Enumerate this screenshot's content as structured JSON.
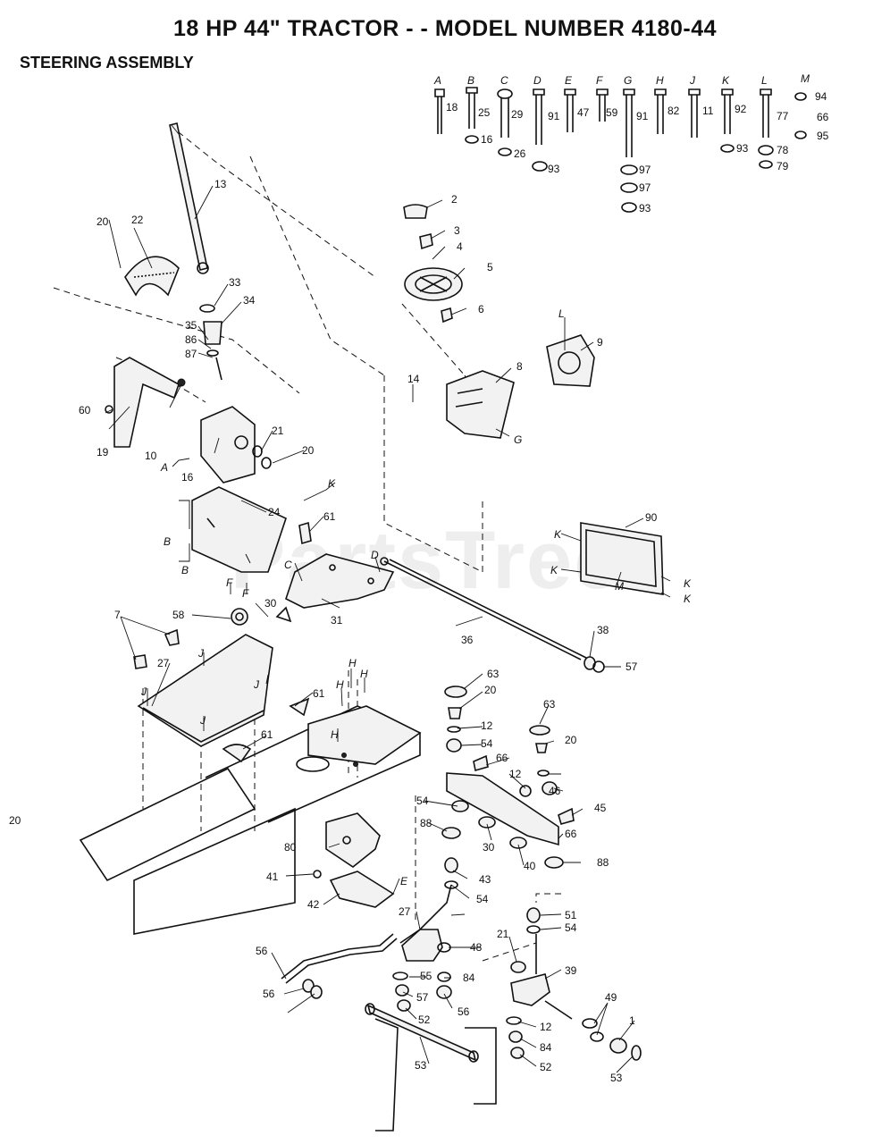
{
  "header": {
    "title": "18 HP 44\" TRACTOR - - MODEL NUMBER 4180-44",
    "subtitle": "STEERING ASSEMBLY"
  },
  "watermark": "PartsTree",
  "hardware_legend": [
    {
      "letter": "A",
      "parts": [
        "18"
      ]
    },
    {
      "letter": "B",
      "parts": [
        "25",
        "16"
      ]
    },
    {
      "letter": "C",
      "parts": [
        "29",
        "26"
      ]
    },
    {
      "letter": "D",
      "parts": [
        "91",
        "93"
      ]
    },
    {
      "letter": "E",
      "parts": [
        "47"
      ]
    },
    {
      "letter": "F",
      "parts": [
        "59"
      ]
    },
    {
      "letter": "G",
      "parts": [
        "91",
        "97",
        "97",
        "93"
      ]
    },
    {
      "letter": "H",
      "parts": [
        "82"
      ]
    },
    {
      "letter": "J",
      "parts": [
        "11"
      ]
    },
    {
      "letter": "K",
      "parts": [
        "92",
        "93"
      ]
    },
    {
      "letter": "L",
      "parts": [
        "77",
        "78",
        "79"
      ]
    },
    {
      "letter": "M",
      "parts": [
        "94",
        "66",
        "95"
      ]
    }
  ],
  "callouts": [
    "13",
    "20",
    "22",
    "33",
    "34",
    "35",
    "86",
    "87",
    "60",
    "19",
    "10",
    "16",
    "21",
    "20",
    "24",
    "61",
    "58",
    "30",
    "31",
    "7",
    "27",
    "61",
    "61",
    "2",
    "3",
    "4",
    "5",
    "6",
    "14",
    "8",
    "9",
    "90",
    "36",
    "38",
    "57",
    "63",
    "20",
    "12",
    "54",
    "66",
    "63",
    "20",
    "12",
    "46",
    "54",
    "88",
    "30",
    "45",
    "66",
    "40",
    "88",
    "80",
    "41",
    "42",
    "43",
    "54",
    "27",
    "48",
    "56",
    "55",
    "84",
    "56",
    "56",
    "57",
    "52",
    "53",
    "51",
    "54",
    "21",
    "39",
    "49",
    "1",
    "12",
    "84",
    "52",
    "53",
    "20"
  ],
  "reference_letters": [
    "A",
    "B",
    "B",
    "K",
    "C",
    "D",
    "F",
    "F",
    "J",
    "J",
    "J",
    "J",
    "H",
    "H",
    "H",
    "H",
    "E",
    "G",
    "L",
    "K",
    "K",
    "K",
    "K",
    "M"
  ]
}
